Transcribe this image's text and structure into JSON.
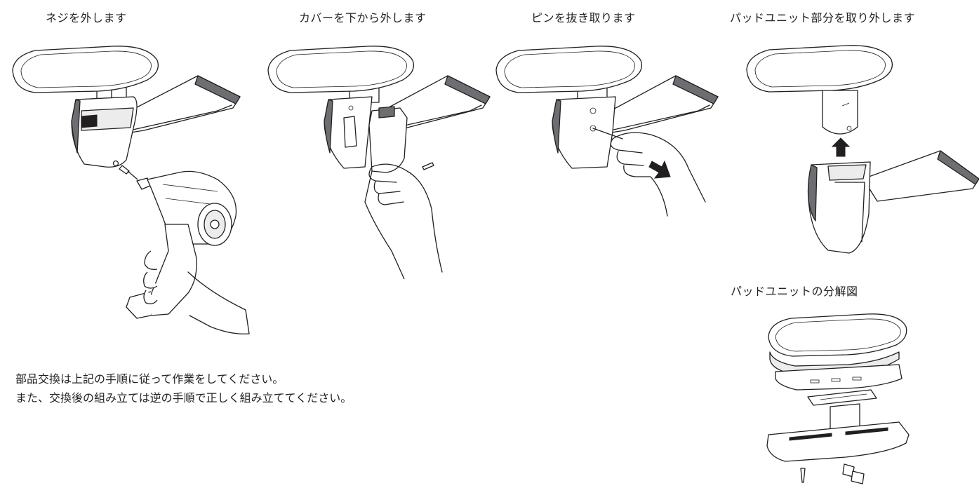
{
  "steps": [
    {
      "caption": "ネジを外します",
      "illustration": "remove-screw-with-drill"
    },
    {
      "caption": "カバーを下から外します",
      "illustration": "remove-cover-from-below"
    },
    {
      "caption": "ピンを抜き取ります",
      "illustration": "pull-out-pin"
    },
    {
      "caption": "パッドユニット部分を取り外します",
      "illustration": "lift-off-pad-unit"
    }
  ],
  "exploded_view": {
    "caption": "パッドユニットの分解図",
    "illustration": "pad-unit-exploded-view"
  },
  "instructions": [
    "部品交換は上記の手順に従って作業をしてください。",
    "また、交換後の組み立ては逆の手順で正しく組み立ててください。"
  ],
  "colors": {
    "line": "#231f20",
    "arrow": "#231f20",
    "shade": "#6d6e71",
    "background": "#ffffff"
  }
}
